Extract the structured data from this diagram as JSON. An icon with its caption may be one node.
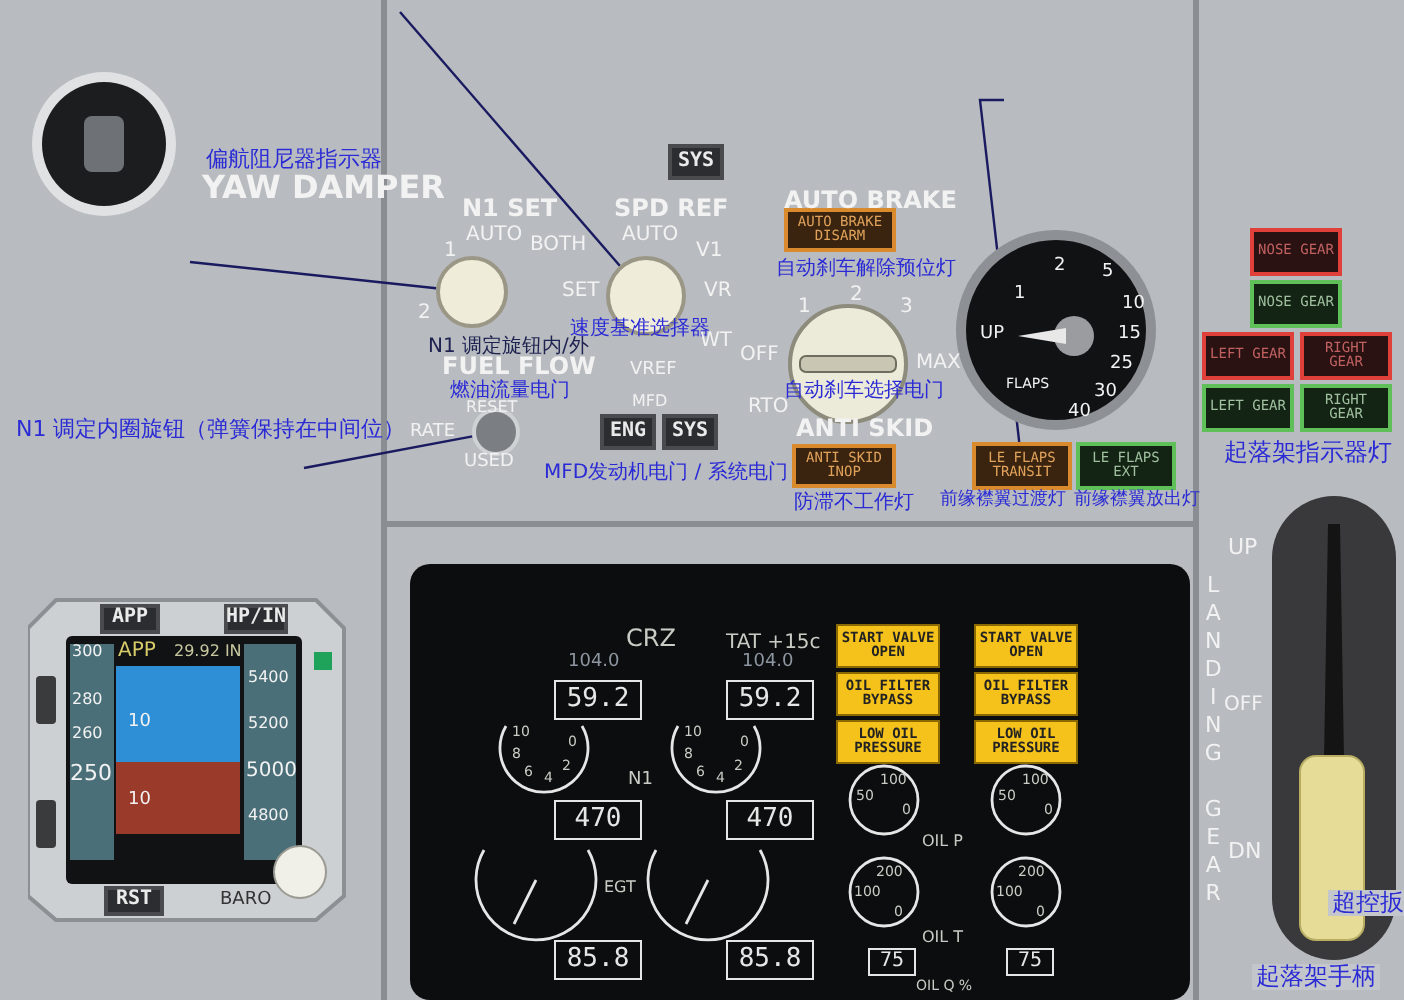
{
  "diagram": {
    "nodes": [
      {
        "text": [
          "SYS"
        ]
      },
      {
        "text": [],
        "shape": "circle"
      },
      {
        "text": [],
        "shape": "circle"
      },
      {
        "text": [
          "AUTO BRAKE DISARM"
        ]
      },
      {
        "text": [
          "UP",
          "1",
          "2",
          "5",
          "10",
          "15",
          "25",
          "30",
          "40",
          "FLAPS"
        ]
      },
      {
        "text": [
          "NOSE GEAR"
        ]
      },
      {
        "text": [
          "NOSE GEAR"
        ]
      },
      {
        "text": [
          "LEFT GEAR"
        ]
      },
      {
        "text": [
          "RIGHT GEAR"
        ]
      },
      {
        "text": [
          "LEFT GEAR"
        ]
      },
      {
        "text": [
          "RIGHT GEAR"
        ]
      },
      {
        "text": [],
        "shape": "circle"
      },
      {
        "text": [
          "ENG"
        ]
      },
      {
        "text": [
          "SYS"
        ]
      },
      {
        "text": [
          "ANTI SKID INOP"
        ]
      },
      {
        "text": [
          "LE FLAPS TRANSIT"
        ]
      },
      {
        "text": [
          "LE FLAPS EXT"
        ]
      },
      {
        "text": [
          "300",
          "APP",
          "29.92 IN",
          "280",
          "5400",
          "260",
          "10",
          "5200",
          "250",
          "5000",
          "10",
          "4800",
          "BARO"
        ]
      },
      {
        "text": [
          "APP"
        ],
        "in": 17
      },
      {
        "text": [
          "HP/IN"
        ],
        "in": 17
      },
      {
        "text": [
          "CRZ",
          "TAT +15c",
          "104.0",
          "104.0",
          "10",
          "8",
          "6",
          "4",
          "2",
          "0",
          "10",
          "8",
          "6",
          "4",
          "2",
          "0",
          "N1",
          "EGT",
          "50",
          "100",
          "0",
          "50",
          "100",
          "0",
          "OIL P",
          "200",
          "100",
          "0",
          "200",
          "100",
          "0",
          "OIL T",
          "OIL Q %"
        ]
      },
      {
        "text": [
          "START VALVE OPEN"
        ],
        "in": 20
      },
      {
        "text": [
          "START VALVE OPEN"
        ],
        "in": 20
      },
      {
        "text": [
          "OIL FILTER BYPASS"
        ],
        "in": 20
      },
      {
        "text": [
          "OIL FILTER BYPASS"
        ],
        "in": 20
      },
      {
        "text": [
          "LOW OIL PRESSURE"
        ],
        "in": 20
      },
      {
        "text": [
          "LOW OIL PRESSURE"
        ],
        "in": 20
      },
      {
        "text": [
          "59.2"
        ],
        "in": 20
      },
      {
        "text": [
          "59.2"
        ],
        "in": 20
      },
      {
        "text": [
          "470"
        ],
        "in": 20
      },
      {
        "text": [
          "470"
        ],
        "in": 20
      },
      {
        "text": [
          "85.8"
        ],
        "in": 20
      },
      {
        "text": [
          "85.8"
        ],
        "in": 20
      },
      {
        "text": [
          "75"
        ],
        "in": 20
      },
      {
        "text": [
          "75"
        ],
        "in": 20
      },
      {
        "text": [
          "RST"
        ],
        "in": 17
      }
    ],
    "edges": [
      {
        "from": null,
        "to": 1,
        "arrow": "none"
      },
      {
        "from": null,
        "to": 2,
        "arrow": "none"
      },
      {
        "from": null,
        "to": 11,
        "arrow": "none"
      },
      {
        "from": null,
        "to": 15,
        "arrow": "none"
      }
    ],
    "labels": [
      "偏航阻尼器指示器",
      "YAW DAMPER",
      "N1 SET",
      "SPD REF",
      "AUTO BRAKE",
      "1",
      "AUTO",
      "BOTH",
      "AUTO",
      "V1",
      "SET",
      "VR",
      "自动刹车解除预位灯",
      "2",
      "1",
      "2",
      "3",
      "N1 调定旋钮内/外",
      "FUEL FLOW",
      "速度基准选择器",
      "VREF",
      "WT",
      "OFF",
      "MAX",
      "燃油流量电门",
      "RESET",
      "MFD",
      "RTO",
      "自动刹车选择电门",
      "N1 调定内圈旋钮（弹簧保持在中间位）",
      "RATE",
      "ANTI SKID",
      "USED",
      "MFD发动机电门 / 系统电门",
      "起落架指示器灯",
      "防滞不工作灯",
      "前缘襟翼过渡灯",
      "前缘襟翼放出灯",
      "UP",
      "LANDING GEAR",
      "OFF",
      "DN",
      "超控扳",
      "起落架手柄"
    ]
  }
}
